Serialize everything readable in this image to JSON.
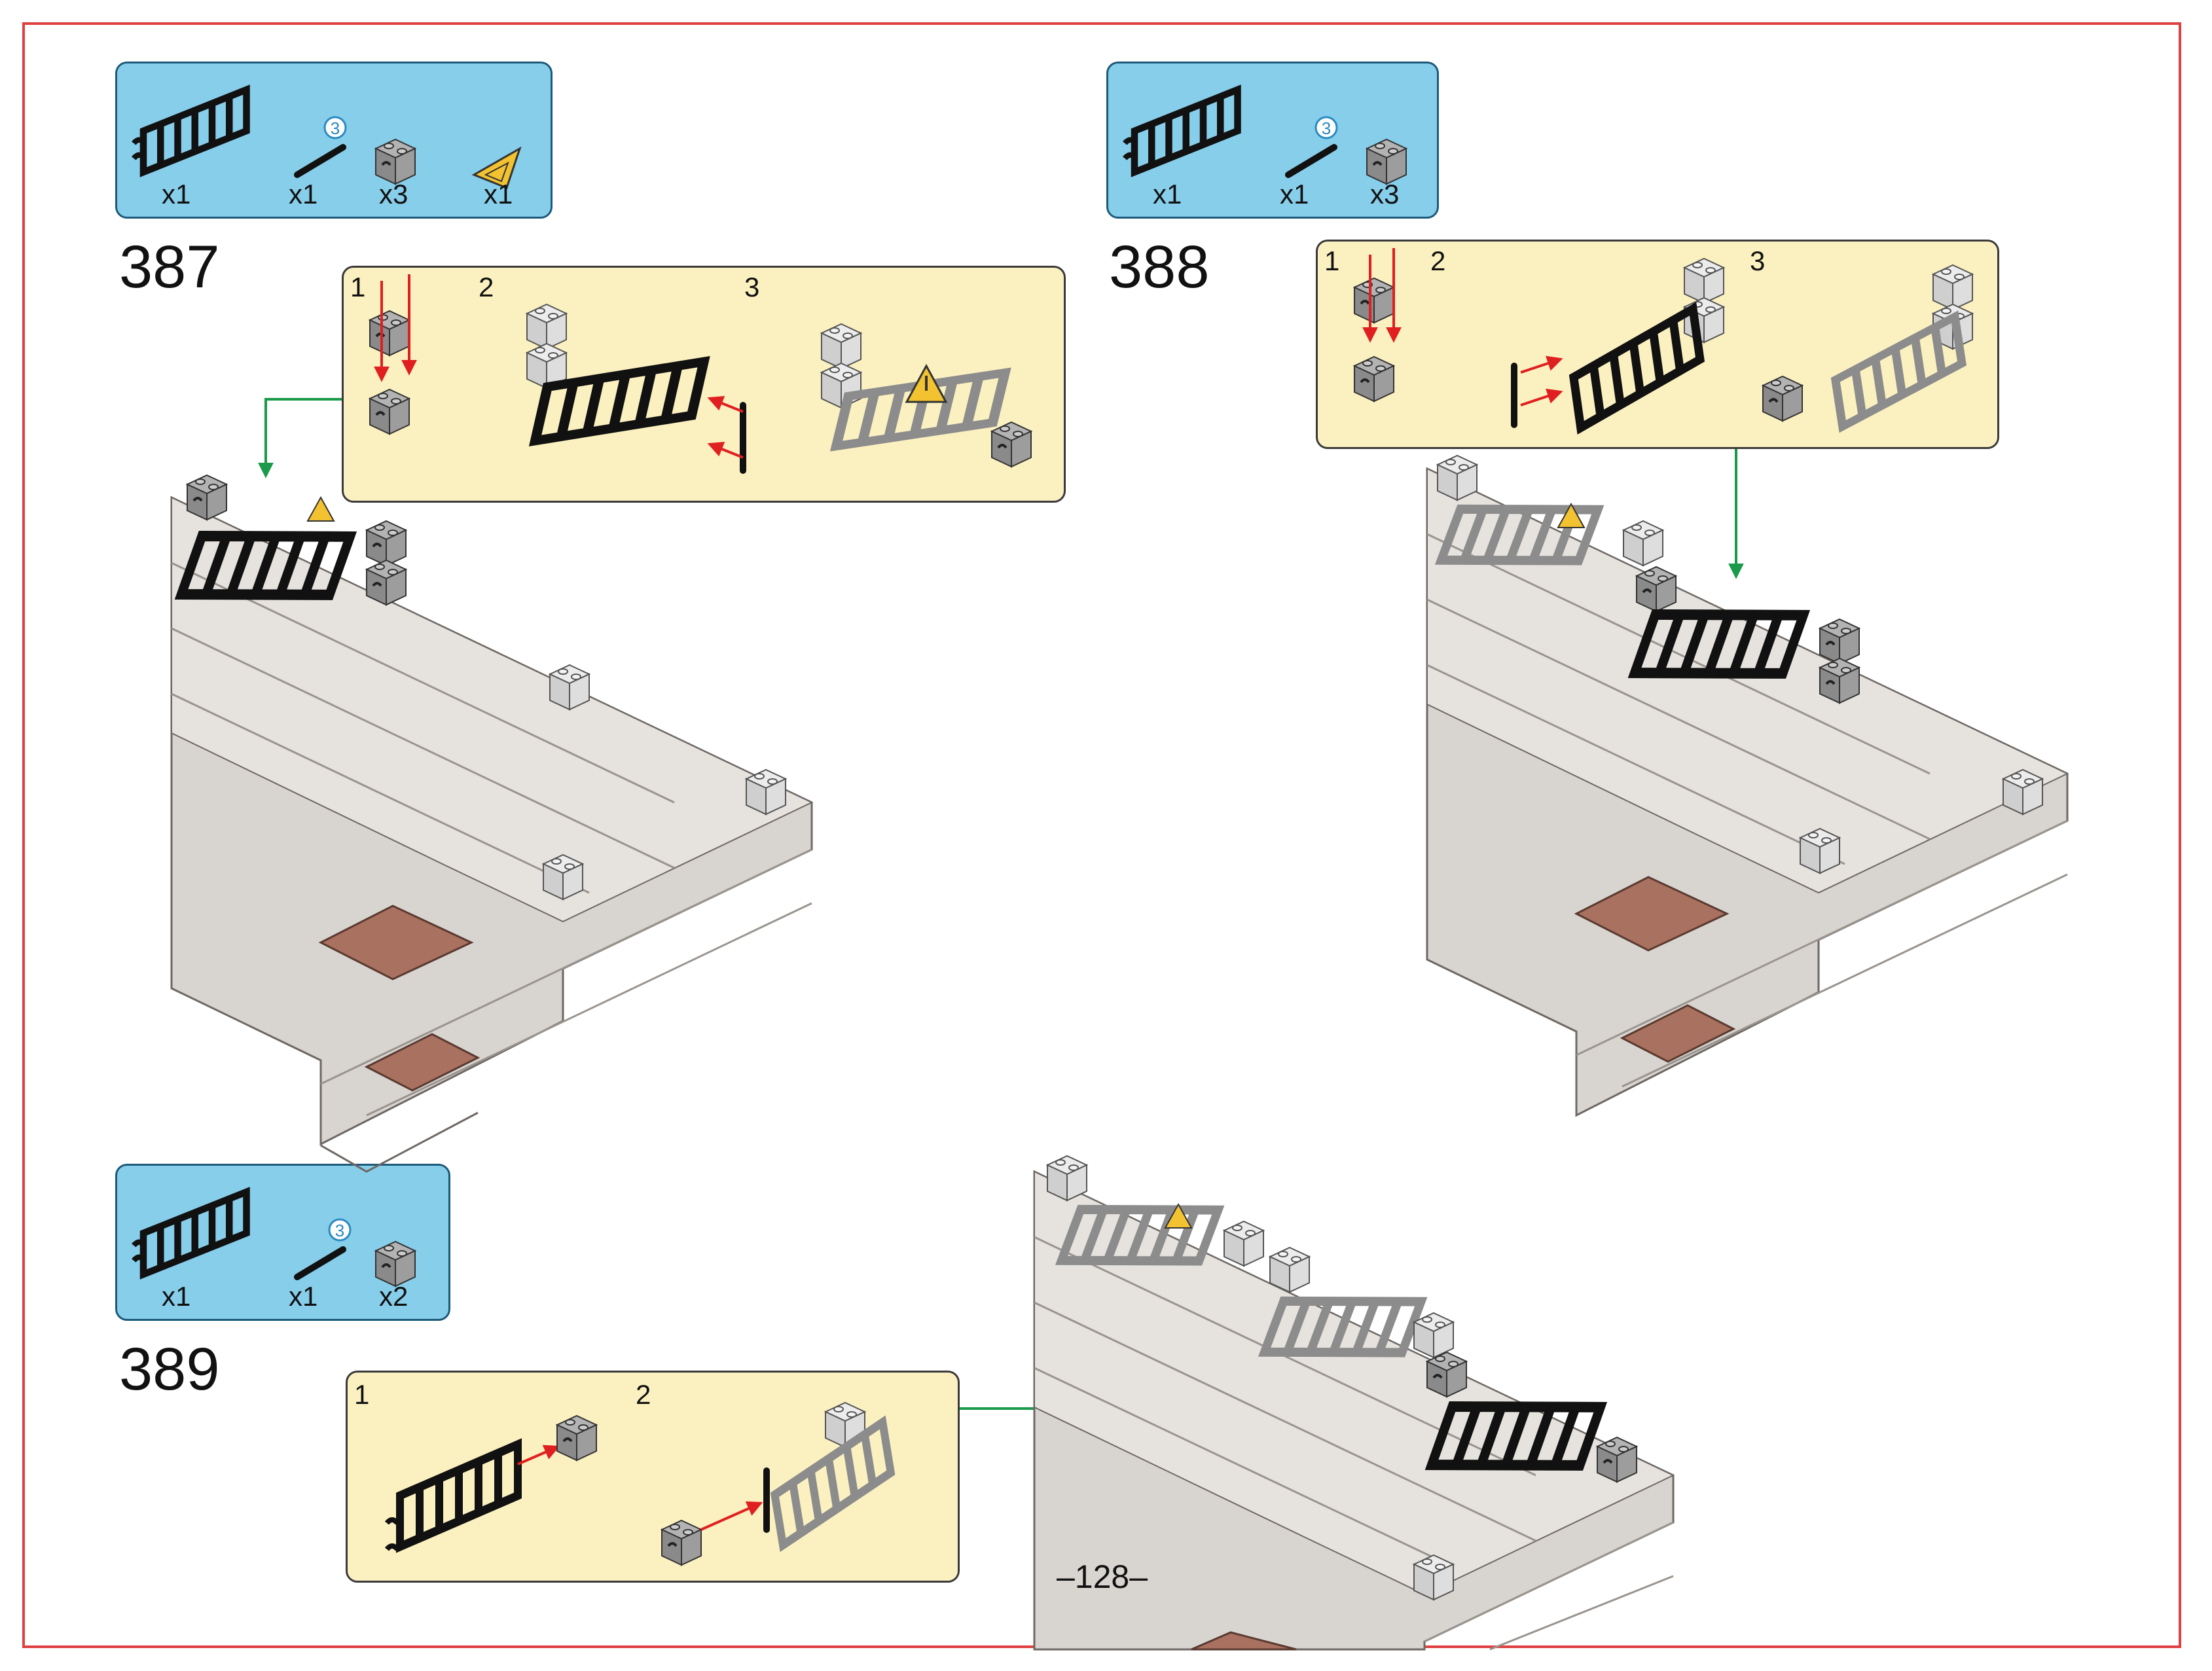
{
  "page": {
    "number": "–128–",
    "border_color": "#e04040"
  },
  "colors": {
    "parts_bg": "#87ceeb",
    "sub_bg": "#fbf1c0",
    "arrow_red": "#e02020",
    "arrow_green": "#1a9a4a",
    "brick_light": "#d8d4d0",
    "brick_dark": "#8a8380",
    "fence_black": "#111111",
    "fence_gray": "#8c8c8c",
    "plate_brown": "#a9715f",
    "sign_yellow": "#f2c230"
  },
  "steps": [
    {
      "number": "387",
      "parts": [
        {
          "icon": "fence-panel-icon",
          "qty": "x1"
        },
        {
          "icon": "bar-icon",
          "qty": "x1",
          "length_badge": "3"
        },
        {
          "icon": "clip-brick-icon",
          "qty": "x3"
        },
        {
          "icon": "warning-sign-icon",
          "qty": "x1"
        }
      ],
      "sub_steps": [
        "1",
        "2",
        "3"
      ]
    },
    {
      "number": "388",
      "parts": [
        {
          "icon": "fence-panel-icon",
          "qty": "x1"
        },
        {
          "icon": "bar-icon",
          "qty": "x1",
          "length_badge": "3"
        },
        {
          "icon": "clip-brick-icon",
          "qty": "x3"
        }
      ],
      "sub_steps": [
        "1",
        "2",
        "3"
      ]
    },
    {
      "number": "389",
      "parts": [
        {
          "icon": "fence-panel-icon",
          "qty": "x1"
        },
        {
          "icon": "bar-icon",
          "qty": "x1",
          "length_badge": "3"
        },
        {
          "icon": "clip-brick-icon",
          "qty": "x2"
        }
      ],
      "sub_steps": [
        "1",
        "2"
      ]
    }
  ]
}
